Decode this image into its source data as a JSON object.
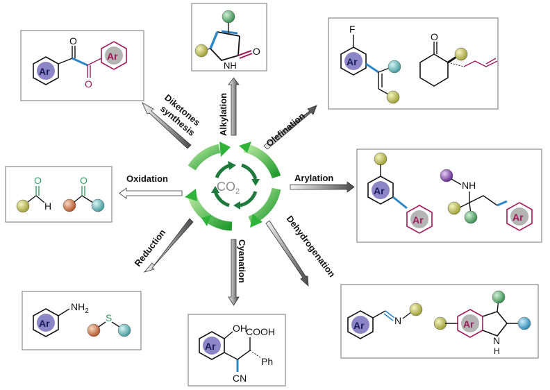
{
  "center": {
    "label": "CO",
    "subscript": "2"
  },
  "reactions": [
    {
      "id": "alkylation",
      "label": "Alkylation"
    },
    {
      "id": "olefination",
      "label": "Olefination"
    },
    {
      "id": "arylation",
      "label": "Arylation"
    },
    {
      "id": "dehydrogenation",
      "label": "Dehydrogenation"
    },
    {
      "id": "cyanation",
      "label": "Cyanation"
    },
    {
      "id": "reduction",
      "label": "Reduction"
    },
    {
      "id": "oxidation",
      "label": "Oxidation"
    },
    {
      "id": "diketones",
      "label_line1": "Diketones",
      "label_line2": "synthesis"
    }
  ],
  "atoms": {
    "ar": "Ar",
    "fluorine": "F",
    "oxygen": "O",
    "amine_h": "N",
    "h": "H",
    "nh": "NH",
    "nh2_n": "NH",
    "nh2_sub": "2",
    "sulfur": "S",
    "oh": "OH",
    "cooh": "COOH",
    "ph": "Ph",
    "cn": "CN",
    "nitrogen": "N"
  },
  "colors": {
    "ar_purple": "#8d86c6",
    "ar_gray": "#b4b4b4",
    "ar_text_dark": "#1a1a55",
    "maroon": "#a0185a",
    "bond_blue": "#2b86c6",
    "green_ball": "#52a86a",
    "olive_ball": "#b3b34a",
    "teal_ball": "#56aeb0",
    "orange_ball": "#c76a3e",
    "purple_ball": "#7a3ea0",
    "cyan_ball": "#3aa0c8",
    "ring_green": "#2fb43a",
    "ring_dark": "#1e7a3c"
  }
}
